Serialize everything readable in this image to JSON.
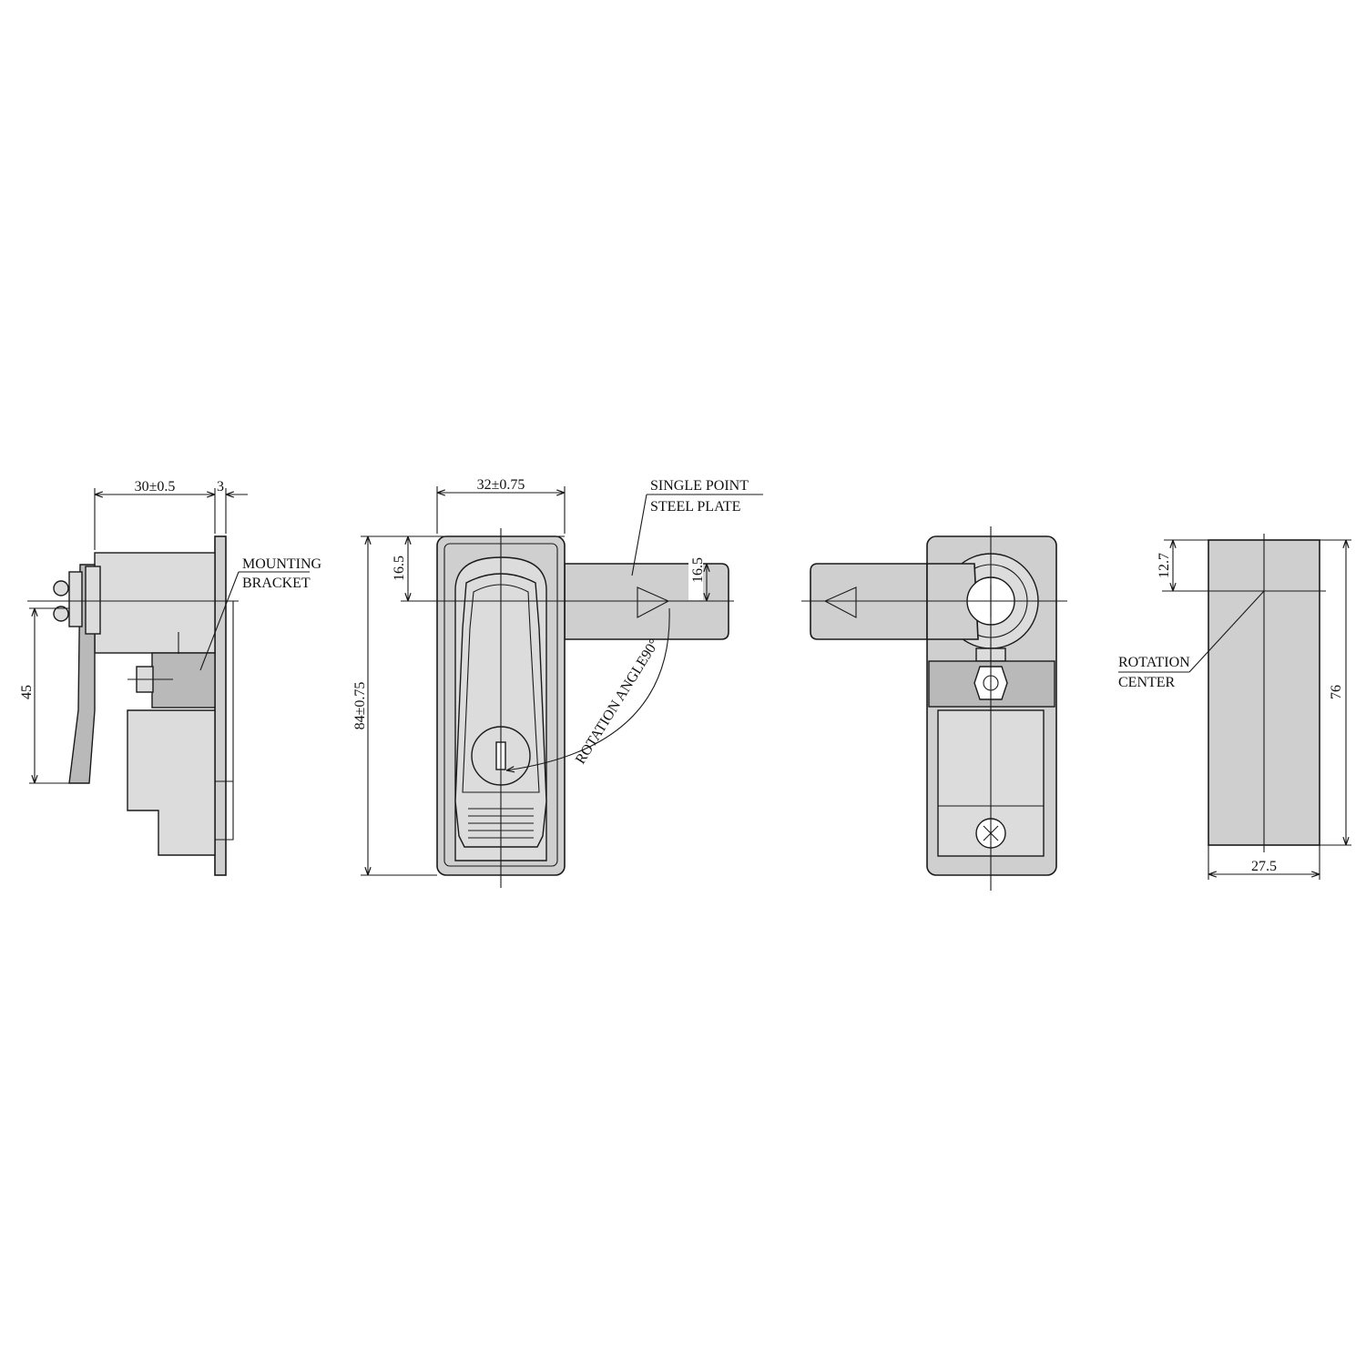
{
  "side_view": {
    "dim_depth": "30±0.5",
    "dim_plate": "3",
    "dim_height": "45",
    "label_line1": "MOUNTING",
    "label_line2": "BRACKET"
  },
  "front_view": {
    "dim_width": "32±0.75",
    "dim_height": "84±0.75",
    "dim_center_left": "16.5",
    "dim_center_right": "16.5",
    "label_line1": "SINGLE POINT",
    "label_line2": "STEEL PLATE",
    "rotation_label": "ROTATION ANGLE90°"
  },
  "back_view": {},
  "cutout_view": {
    "dim_top": "12.7",
    "dim_height": "76",
    "dim_width": "27.5",
    "label_line1": "ROTATION",
    "label_line2": "CENTER"
  }
}
